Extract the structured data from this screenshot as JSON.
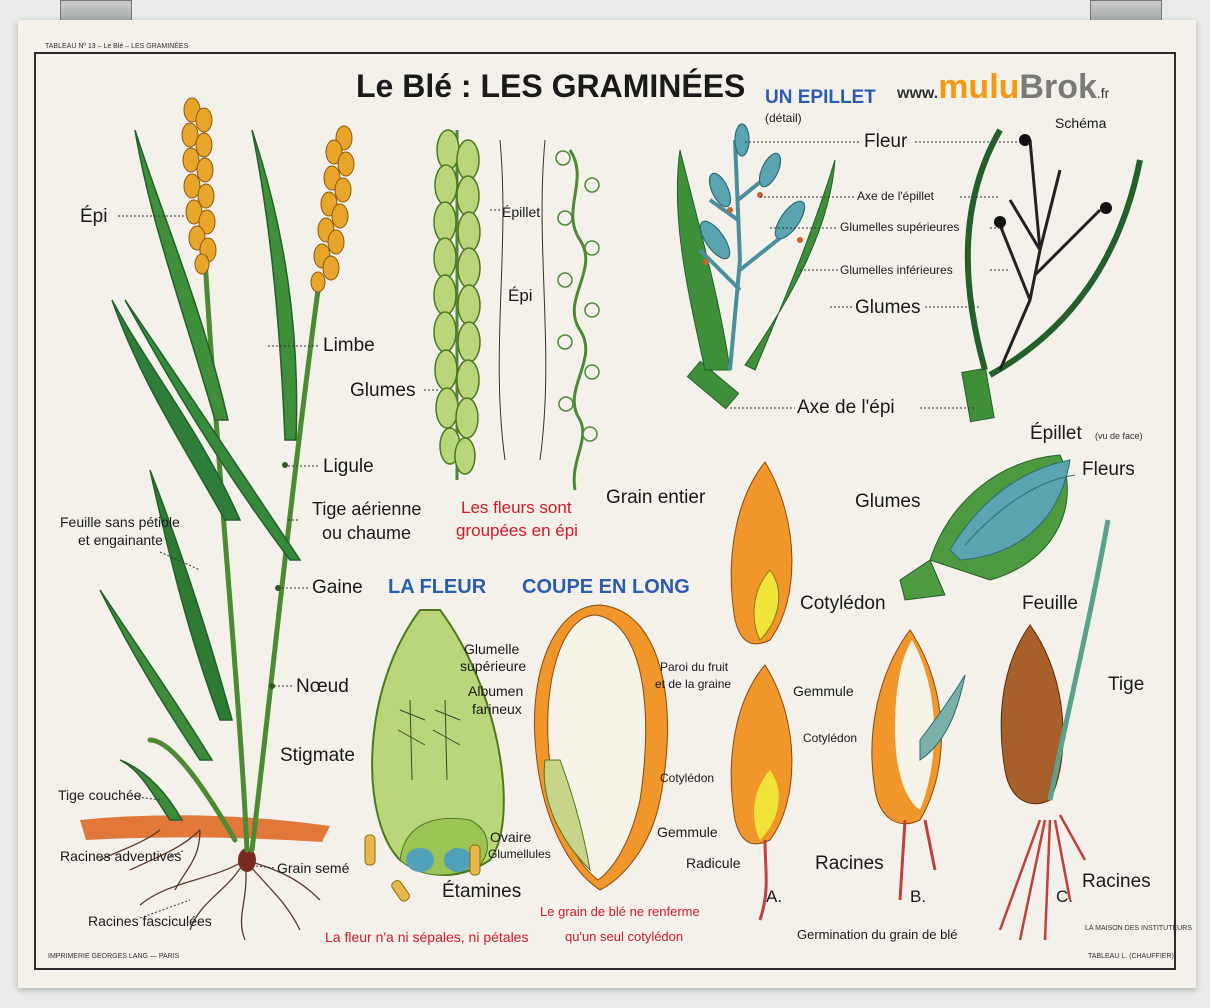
{
  "header": {
    "tableau_ref": "TABLEAU Nº 13 – Le Blé – LES GRAMINÉES",
    "title": "Le Blé : LES GRAMINÉES",
    "watermark": {
      "prefix": "www.",
      "brand_a": "mulu",
      "brand_b": "Brok",
      "suffix": ".fr"
    }
  },
  "sections": {
    "epillet_title": "UN EPILLET",
    "epillet_detail": "(détail)",
    "schema": "Schéma",
    "fleur_title": "LA FLEUR",
    "coupe_title": "COUPE EN LONG"
  },
  "plant_labels": {
    "epi": "Épi",
    "limbe": "Limbe",
    "ligule": "Ligule",
    "tige_aerienne": "Tige aérienne",
    "ou_chaume": "ou chaume",
    "feuille_sans_petiole": "Feuille sans pétiole",
    "et_engainante": "et engainante",
    "gaine": "Gaine",
    "noeud": "Nœud",
    "tige_couchee": "Tige couchée",
    "racines_adventives": "Racines adventives",
    "grain_seme": "Grain semé",
    "racines_fasciculees": "Racines fasciculées"
  },
  "ear_labels": {
    "epillet": "Épillet",
    "epi": "Épi",
    "glumes": "Glumes",
    "caption_1": "Les fleurs sont",
    "caption_2": "groupées en épi"
  },
  "spikelet_labels": {
    "fleur": "Fleur",
    "axe_epillet": "Axe de l'épillet",
    "glumelles_sup": "Glumelles supérieures",
    "glumelles_inf": "Glumelles inférieures",
    "glumes": "Glumes",
    "axe_epi": "Axe de l'épi"
  },
  "face_labels": {
    "epillet": "Épillet",
    "vu_de_face": "(vu de face)",
    "fleurs": "Fleurs",
    "glumes": "Glumes"
  },
  "flower_labels": {
    "glumelle_1": "Glumelle",
    "glumelle_2": "supérieure",
    "stigmate": "Stigmate",
    "ovaire": "Ovaire",
    "glumellules": "Glumellules",
    "etamines": "Étamines",
    "caption": "La fleur n'a ni sépales, ni pétales"
  },
  "grain_labels": {
    "albumen_1": "Albumen",
    "albumen_2": "farineux",
    "paroi_1": "Paroi du fruit",
    "paroi_2": "et de la graine",
    "cotyledon": "Cotylédon",
    "gemmule": "Gemmule",
    "radicule": "Radicule",
    "caption_1": "Le grain de blé ne renferme",
    "caption_2": "qu'un seul cotylédon"
  },
  "germination_labels": {
    "grain_entier": "Grain entier",
    "cotyledon": "Cotylédon",
    "gemmule": "Gemmule",
    "cotyledon_b": "Cotylédon",
    "racines_b": "Racines",
    "feuille": "Feuille",
    "tige": "Tige",
    "racines_c": "Racines",
    "stage_a": "A.",
    "stage_b": "B.",
    "stage_c": "C.",
    "caption": "Germination du grain de blé"
  },
  "footer": {
    "printer": "IMPRIMERIE GEORGES LANG — PARIS",
    "publisher": "LA MAISON DES INSTITUTEURS",
    "tableau": "TABLEAU L. (CHAUFFIER)"
  },
  "colors": {
    "leaf": "#3f8f3a",
    "leaf_dark": "#23602a",
    "wheat": "#e8a52a",
    "grain": "#f0962a",
    "pale_green": "#b9d67a",
    "blue_teal": "#5aa3b0",
    "red_text": "#d01a2a",
    "blue_text": "#2a5db0",
    "root": "#c0413c",
    "soil": "#e2773a"
  }
}
